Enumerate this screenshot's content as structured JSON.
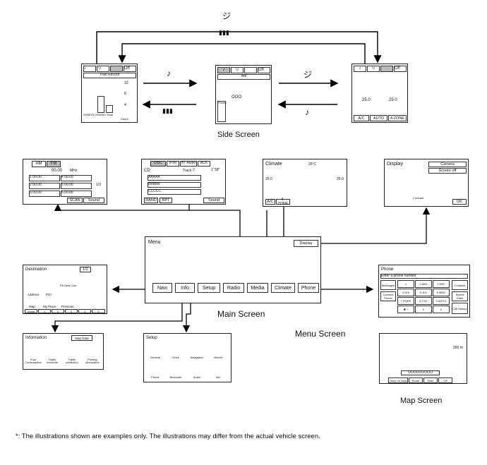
{
  "labels": {
    "side_screen": "Side Screen",
    "main_screen": "Main Screen",
    "menu_screen": "Menu Screen",
    "map_screen": "Map Screen",
    "footnote": "*: The illustrations shown are examples only. The illustrations may differ from the actual vehicle screen."
  },
  "side_audio": {
    "tabs": [
      "♪",
      "ッ",
      "Off"
    ],
    "header": "Past Record",
    "values": [
      "10",
      "8",
      "4"
    ],
    "footer_left": "2008/7/5 2008/6/1 Total",
    "footer_right": "Gas/h"
  },
  "side_music": {
    "tabs": [
      "♪",
      "ッ",
      "Off"
    ],
    "header": "AM",
    "text": "OOO",
    "side_btn": "Preset"
  },
  "side_climate": {
    "tabs": [
      "♪",
      "ッ",
      "Off"
    ],
    "temp_left": "25.0",
    "temp_right": "25.0",
    "buttons": [
      "A/C",
      "AUTO",
      "4-ZONE"
    ]
  },
  "radio": {
    "tabs": [
      "AM",
      "FM"
    ],
    "freq": "00.00",
    "unit": "MHz",
    "presets": [
      "1  00.00",
      "4  00.00",
      "2  00.00",
      "5  00.00",
      "3  00.00",
      "6  00.00"
    ],
    "page": "1/3",
    "buttons": [
      "SCAN",
      "Sound"
    ]
  },
  "media": {
    "tabs": [
      "DISC",
      "iPod",
      "BT Audio",
      "AUX"
    ],
    "title": "CD",
    "track_label": "Track",
    "track": "2",
    "time": "1' 58\"",
    "lines": [
      "AAAAA",
      "BBBBB",
      "CCCCC"
    ],
    "buttons": [
      "RAND",
      "RPT",
      "Sound"
    ]
  },
  "climate": {
    "title": "Climate",
    "outside_temp": "25°C",
    "temp_left": "25.0",
    "temp_right": "25.0",
    "buttons": [
      "A/C",
      "4-ZONE"
    ]
  },
  "display": {
    "title": "Display",
    "camera_btn": "Camera",
    "off_btn": "Screen off",
    "contrast": "Contrast",
    "ok": "OK"
  },
  "main": {
    "title": "Menu",
    "display_btn": "Display",
    "items": [
      "Navi",
      "Info",
      "Setup",
      "Radio",
      "Media",
      "Climate",
      "Phone"
    ]
  },
  "destination": {
    "title": "Destination",
    "page": "1/2",
    "items": [
      "Address",
      "POI",
      "Fill Near Curr",
      "Map",
      "My Place",
      "Previous"
    ],
    "bottom": [
      "Home",
      "1",
      "2",
      "3",
      "4",
      "5"
    ]
  },
  "phone": {
    "title": "Phone",
    "prompt": "Enter a phone number",
    "side_left": [
      "Messages",
      "Connect Phone"
    ],
    "side_right": [
      "Contacts",
      "Speed Dials",
      "Call History"
    ],
    "keys": [
      "1",
      "2 ABC",
      "3 DEF",
      "4 GHI",
      "5 JKL",
      "6 MNO",
      "7 PQRS",
      "8 TUV",
      "9 WXYZ",
      "✱ +",
      "0",
      "#"
    ]
  },
  "information": {
    "title": "Information",
    "map_data": "Map Data",
    "items": [
      "Fuel Consumption",
      "Traffic Incidents",
      "Traffic prediction",
      "Parking information"
    ]
  },
  "setup": {
    "title": "Setup",
    "items": [
      "General",
      "Voice",
      "Navigation",
      "Vehicle",
      "Phone",
      "Bluetooth",
      "Audio",
      "Info"
    ]
  },
  "map": {
    "scale": "300 m",
    "street": "OOOOOOOOO",
    "buttons": [
      "Store on Map",
      "Route",
      "Mark",
      "Off"
    ]
  }
}
